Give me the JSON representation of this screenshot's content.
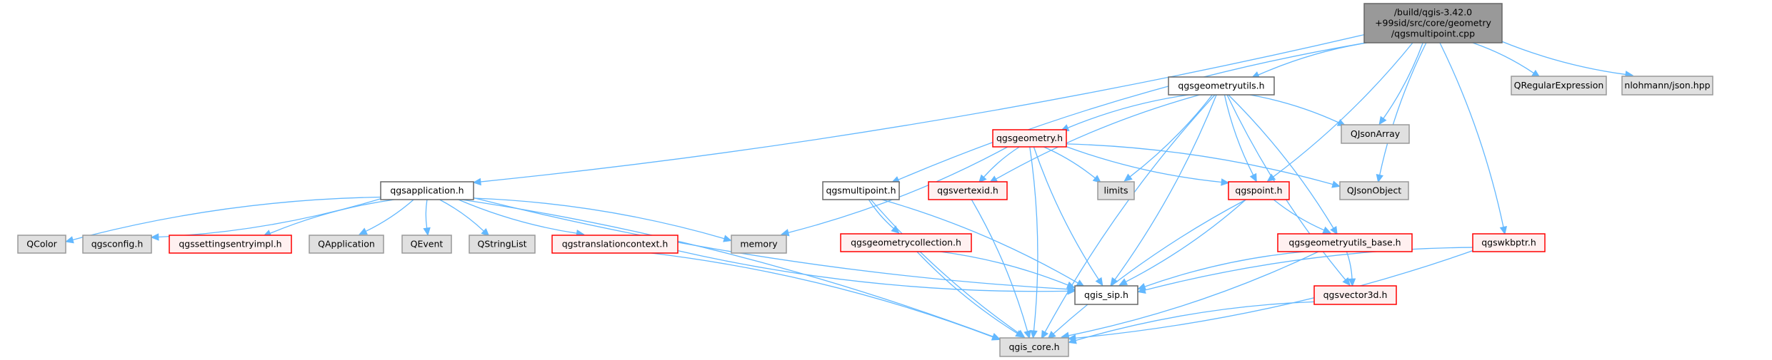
{
  "colors": {
    "edge": "#63b8ff",
    "root_fill": "#999999",
    "external_fill": "#e0e0e0",
    "red_border": "#ff0000",
    "red_fill": "#fff0f0"
  },
  "nodes": [
    {
      "id": "root",
      "label": [
        "/build/qgis-3.42.0",
        "+99sid/src/core/geometry",
        "/qgsmultipoint.cpp"
      ],
      "kind": "root"
    },
    {
      "id": "qgsapplication",
      "label": [
        "qgsapplication.h"
      ],
      "kind": "normal"
    },
    {
      "id": "qgsgeometryutils",
      "label": [
        "qgsgeometryutils.h"
      ],
      "kind": "normal"
    },
    {
      "id": "QRegularExpression",
      "label": [
        "QRegularExpression"
      ],
      "kind": "external"
    },
    {
      "id": "nlohmann",
      "label": [
        "nlohmann/json.hpp"
      ],
      "kind": "external"
    },
    {
      "id": "QJsonArray",
      "label": [
        "QJsonArray"
      ],
      "kind": "external"
    },
    {
      "id": "qgsgeometry",
      "label": [
        "qgsgeometry.h"
      ],
      "kind": "red"
    },
    {
      "id": "qgsmultipoint",
      "label": [
        "qgsmultipoint.h"
      ],
      "kind": "normal"
    },
    {
      "id": "qgsvertexid",
      "label": [
        "qgsvertexid.h"
      ],
      "kind": "red"
    },
    {
      "id": "limits",
      "label": [
        "limits"
      ],
      "kind": "external"
    },
    {
      "id": "qgspoint",
      "label": [
        "qgspoint.h"
      ],
      "kind": "red"
    },
    {
      "id": "QJsonObject",
      "label": [
        "QJsonObject"
      ],
      "kind": "external"
    },
    {
      "id": "qgswkbptr",
      "label": [
        "qgswkbptr.h"
      ],
      "kind": "red"
    },
    {
      "id": "QColor",
      "label": [
        "QColor"
      ],
      "kind": "external"
    },
    {
      "id": "qgsconfig",
      "label": [
        "qgsconfig.h"
      ],
      "kind": "external"
    },
    {
      "id": "qgssettingsentryimpl",
      "label": [
        "qgssettingsentryimpl.h"
      ],
      "kind": "red"
    },
    {
      "id": "QApplication",
      "label": [
        "QApplication"
      ],
      "kind": "external"
    },
    {
      "id": "QEvent",
      "label": [
        "QEvent"
      ],
      "kind": "external"
    },
    {
      "id": "QStringList",
      "label": [
        "QStringList"
      ],
      "kind": "external"
    },
    {
      "id": "qgstranslationcontext",
      "label": [
        "qgstranslationcontext.h"
      ],
      "kind": "red"
    },
    {
      "id": "memory",
      "label": [
        "memory"
      ],
      "kind": "external"
    },
    {
      "id": "qgsgeometrycollection",
      "label": [
        "qgsgeometrycollection.h"
      ],
      "kind": "red"
    },
    {
      "id": "qgsgeometryutils_base",
      "label": [
        "qgsgeometryutils_base.h"
      ],
      "kind": "red"
    },
    {
      "id": "qgis_sip",
      "label": [
        "qgis_sip.h"
      ],
      "kind": "normal"
    },
    {
      "id": "qgsvector3d",
      "label": [
        "qgsvector3d.h"
      ],
      "kind": "red"
    },
    {
      "id": "qgis_core",
      "label": [
        "qgis_core.h"
      ],
      "kind": "external"
    }
  ],
  "edges": [
    [
      "root",
      "qgsapplication"
    ],
    [
      "root",
      "qgsgeometryutils"
    ],
    [
      "root",
      "QRegularExpression"
    ],
    [
      "root",
      "nlohmann"
    ],
    [
      "root",
      "QJsonArray"
    ],
    [
      "root",
      "qgsmultipoint"
    ],
    [
      "root",
      "qgspoint"
    ],
    [
      "root",
      "QJsonObject"
    ],
    [
      "root",
      "qgswkbptr"
    ],
    [
      "qgsapplication",
      "QColor"
    ],
    [
      "qgsapplication",
      "qgsconfig"
    ],
    [
      "qgsapplication",
      "qgssettingsentryimpl"
    ],
    [
      "qgsapplication",
      "QApplication"
    ],
    [
      "qgsapplication",
      "QEvent"
    ],
    [
      "qgsapplication",
      "QStringList"
    ],
    [
      "qgsapplication",
      "qgstranslationcontext"
    ],
    [
      "qgsapplication",
      "memory"
    ],
    [
      "qgsapplication",
      "qgis_sip"
    ],
    [
      "qgsapplication",
      "qgis_core"
    ],
    [
      "qgsgeometryutils",
      "qgsgeometry"
    ],
    [
      "qgsgeometryutils",
      "QJsonArray"
    ],
    [
      "qgsgeometryutils",
      "qgsvertexid"
    ],
    [
      "qgsgeometryutils",
      "limits"
    ],
    [
      "qgsgeometryutils",
      "qgspoint"
    ],
    [
      "qgsgeometryutils",
      "qgsgeometryutils_base"
    ],
    [
      "qgsgeometryutils",
      "qgsvector3d"
    ],
    [
      "qgsgeometryutils",
      "qgis_sip"
    ],
    [
      "qgsgeometryutils",
      "qgis_core"
    ],
    [
      "qgsgeometry",
      "memory"
    ],
    [
      "qgsgeometry",
      "qgsvertexid"
    ],
    [
      "qgsgeometry",
      "limits"
    ],
    [
      "qgsgeometry",
      "qgspoint"
    ],
    [
      "qgsgeometry",
      "QJsonObject"
    ],
    [
      "qgsgeometry",
      "qgis_sip"
    ],
    [
      "qgsgeometry",
      "qgis_core"
    ],
    [
      "qgsmultipoint",
      "qgsgeometrycollection"
    ],
    [
      "qgsmultipoint",
      "qgis_sip"
    ],
    [
      "qgsmultipoint",
      "qgis_core"
    ],
    [
      "qgsvertexid",
      "qgis_core"
    ],
    [
      "qgspoint",
      "qgsgeometryutils_base"
    ],
    [
      "qgspoint",
      "qgis_sip"
    ],
    [
      "qgspoint",
      "qgis_core"
    ],
    [
      "qgsgeometrycollection",
      "qgis_sip"
    ],
    [
      "qgsgeometrycollection",
      "qgis_core"
    ],
    [
      "qgsgeometryutils_base",
      "qgsvector3d"
    ],
    [
      "qgsgeometryutils_base",
      "qgis_sip"
    ],
    [
      "qgsgeometryutils_base",
      "qgis_core"
    ],
    [
      "qgstranslationcontext",
      "qgis_sip"
    ],
    [
      "qgstranslationcontext",
      "qgis_core"
    ],
    [
      "qgswkbptr",
      "qgis_sip"
    ],
    [
      "qgswkbptr",
      "qgis_core"
    ],
    [
      "qgsvector3d",
      "qgis_core"
    ]
  ]
}
